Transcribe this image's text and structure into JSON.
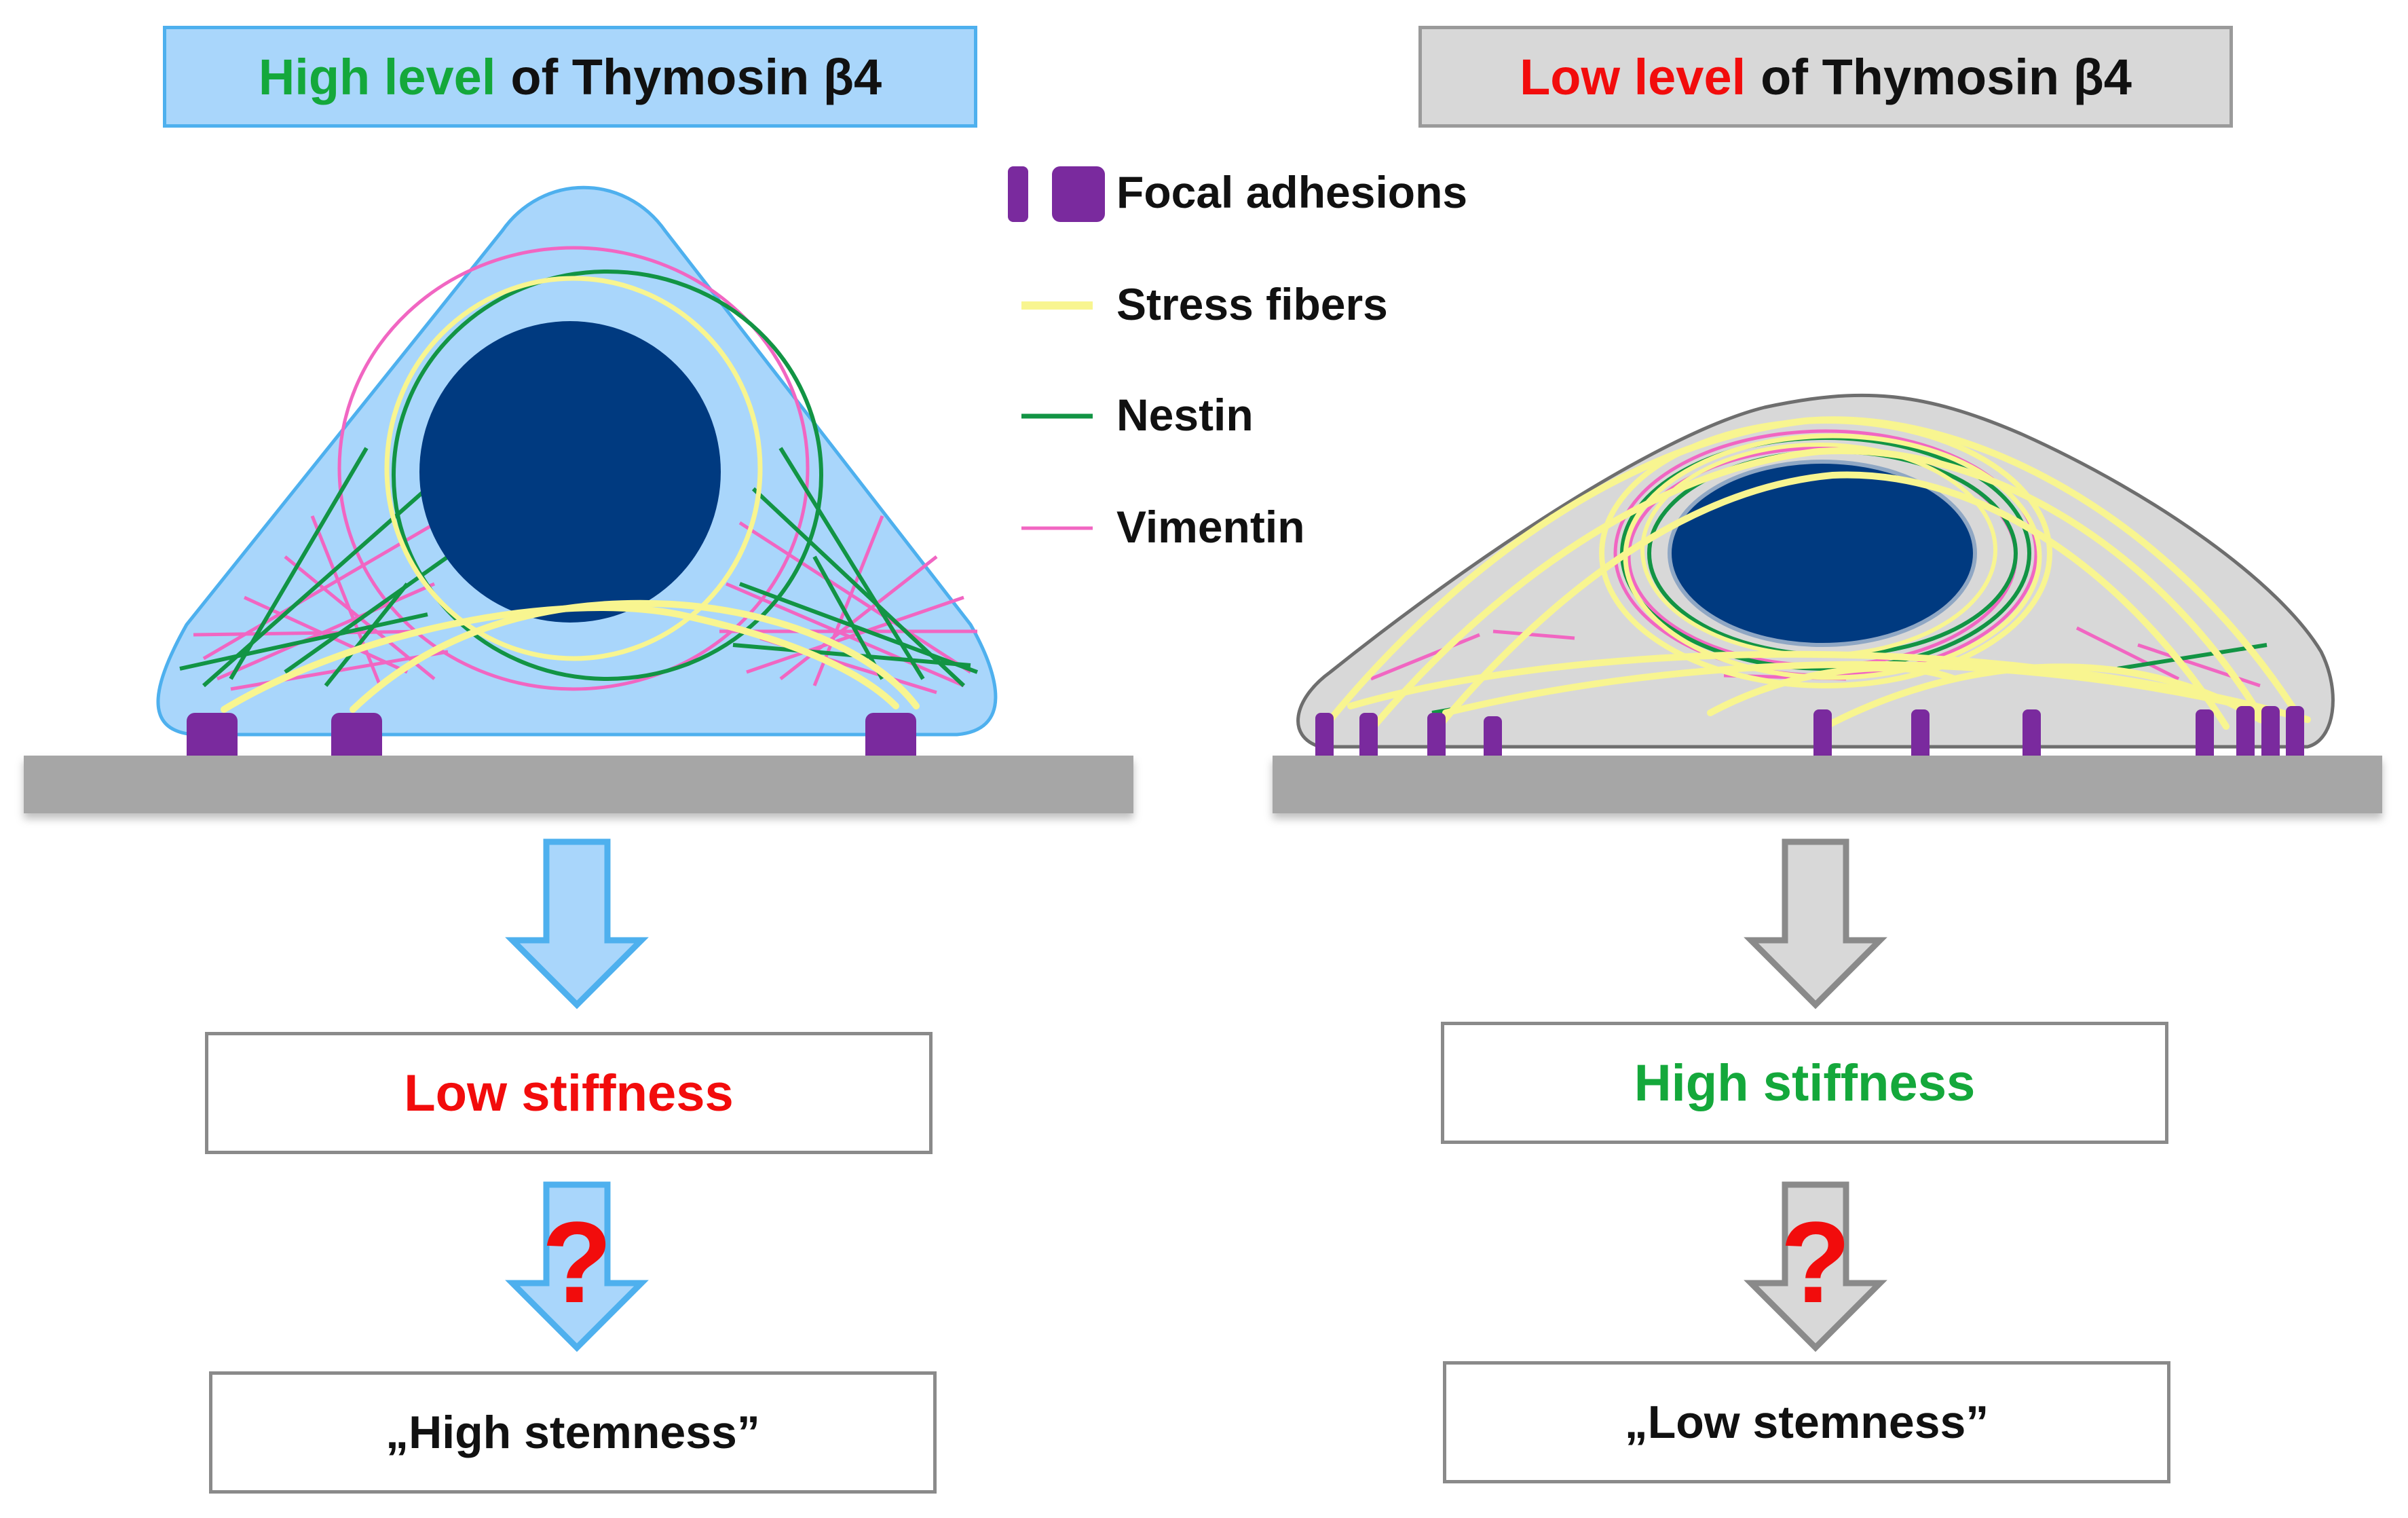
{
  "colors": {
    "green": "#14a83b",
    "red": "#f20c0c",
    "dark_text": "#111111",
    "light_blue": "#a9d6fb",
    "blue_border": "#4eb0ee",
    "grey_box": "#d8d8d8",
    "grey_surface": "#a6a6a6",
    "nucleus": "#003a80",
    "focal_adhesion": "#7a2a9e",
    "stress_fiber": "#f8f590",
    "nestin": "#129444",
    "vimentin": "#f166c2"
  },
  "left_panel": {
    "title_highlight": "High level",
    "title_rest": "of Thymosin β4",
    "stiffness_label": "Low stiffness",
    "stemness_label": "„High stemness”",
    "question_mark": "?"
  },
  "right_panel": {
    "title_highlight": "Low level",
    "title_rest": "of Thymosin β4",
    "stiffness_label": "High stiffness",
    "stemness_label": "„Low stemness”",
    "question_mark": "?"
  },
  "legend": {
    "items": [
      {
        "label": "Focal adhesions",
        "icon": "focal-adhesion-icon"
      },
      {
        "label": "Stress fibers",
        "icon": "stress-fiber-line"
      },
      {
        "label": "Nestin",
        "icon": "nestin-line"
      },
      {
        "label": "Vimentin",
        "icon": "vimentin-line"
      }
    ]
  }
}
